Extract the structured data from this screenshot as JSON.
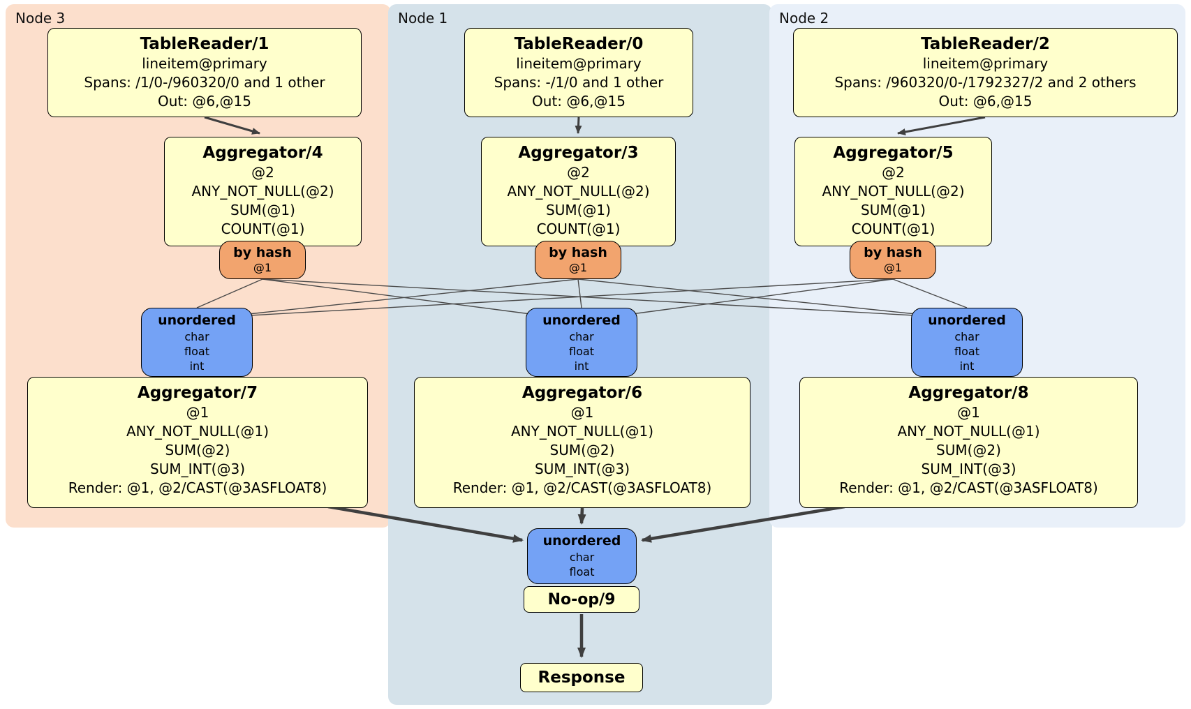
{
  "regions": {
    "node3": {
      "label": "Node 3",
      "bg": "#fcdfcc"
    },
    "node1": {
      "label": "Node 1",
      "bg": "#d5e2ea"
    },
    "node2": {
      "label": "Node 2",
      "bg": "#e9f0f9"
    }
  },
  "processors": {
    "tr1": {
      "title": "TableReader/1",
      "lines": [
        "lineitem@primary",
        "Spans: /1/0-/960320/0 and 1 other",
        "Out: @6,@15"
      ]
    },
    "tr0": {
      "title": "TableReader/0",
      "lines": [
        "lineitem@primary",
        "Spans: -/1/0 and 1 other",
        "Out: @6,@15"
      ]
    },
    "tr2": {
      "title": "TableReader/2",
      "lines": [
        "lineitem@primary",
        "Spans: /960320/0-/1792327/2 and 2 others",
        "Out: @6,@15"
      ]
    },
    "agg4": {
      "title": "Aggregator/4",
      "lines": [
        "@2",
        "ANY_NOT_NULL(@2)",
        "SUM(@1)",
        "COUNT(@1)"
      ]
    },
    "agg3": {
      "title": "Aggregator/3",
      "lines": [
        "@2",
        "ANY_NOT_NULL(@2)",
        "SUM(@1)",
        "COUNT(@1)"
      ]
    },
    "agg5": {
      "title": "Aggregator/5",
      "lines": [
        "@2",
        "ANY_NOT_NULL(@2)",
        "SUM(@1)",
        "COUNT(@1)"
      ]
    },
    "agg7": {
      "title": "Aggregator/7",
      "lines": [
        "@1",
        "ANY_NOT_NULL(@1)",
        "SUM(@2)",
        "SUM_INT(@3)",
        "Render: @1, @2/CAST(@3ASFLOAT8)"
      ]
    },
    "agg6": {
      "title": "Aggregator/6",
      "lines": [
        "@1",
        "ANY_NOT_NULL(@1)",
        "SUM(@2)",
        "SUM_INT(@3)",
        "Render: @1, @2/CAST(@3ASFLOAT8)"
      ]
    },
    "agg8": {
      "title": "Aggregator/8",
      "lines": [
        "@1",
        "ANY_NOT_NULL(@1)",
        "SUM(@2)",
        "SUM_INT(@3)",
        "Render: @1, @2/CAST(@3ASFLOAT8)"
      ]
    },
    "noop": {
      "title": "No-op/9"
    },
    "response": {
      "title": "Response"
    }
  },
  "routers": {
    "hash3": {
      "title": "by hash",
      "sub": "@1"
    },
    "hash1": {
      "title": "by hash",
      "sub": "@1"
    },
    "hash2": {
      "title": "by hash",
      "sub": "@1"
    }
  },
  "syncs": {
    "unord3": {
      "title": "unordered",
      "lines": [
        "char",
        "float",
        "int"
      ]
    },
    "unord1": {
      "title": "unordered",
      "lines": [
        "char",
        "float",
        "int"
      ]
    },
    "unord2": {
      "title": "unordered",
      "lines": [
        "char",
        "float",
        "int"
      ]
    },
    "unordFinal": {
      "title": "unordered",
      "lines": [
        "char",
        "float"
      ]
    }
  },
  "edges": [
    [
      "tr1",
      "agg4"
    ],
    [
      "tr0",
      "agg3"
    ],
    [
      "tr2",
      "agg5"
    ],
    [
      "agg4",
      "hash3"
    ],
    [
      "agg3",
      "hash1"
    ],
    [
      "agg5",
      "hash2"
    ],
    [
      "hash3",
      "unord3"
    ],
    [
      "hash3",
      "unord1"
    ],
    [
      "hash3",
      "unord2"
    ],
    [
      "hash1",
      "unord3"
    ],
    [
      "hash1",
      "unord1"
    ],
    [
      "hash1",
      "unord2"
    ],
    [
      "hash2",
      "unord3"
    ],
    [
      "hash2",
      "unord1"
    ],
    [
      "hash2",
      "unord2"
    ],
    [
      "unord3",
      "agg7"
    ],
    [
      "unord1",
      "agg6"
    ],
    [
      "unord2",
      "agg8"
    ],
    [
      "agg7",
      "unordFinal"
    ],
    [
      "agg6",
      "unordFinal"
    ],
    [
      "agg8",
      "unordFinal"
    ],
    [
      "unordFinal",
      "noop"
    ],
    [
      "noop",
      "response"
    ]
  ],
  "colors": {
    "processor_fill": "#ffffcc",
    "router_fill": "#f2a46e",
    "sync_fill": "#74a2f5",
    "node3_bg": "#fcdfcc",
    "node1_bg": "#d5e2ea",
    "node2_bg": "#e9f0f9",
    "edge": "#3f3f3f"
  }
}
